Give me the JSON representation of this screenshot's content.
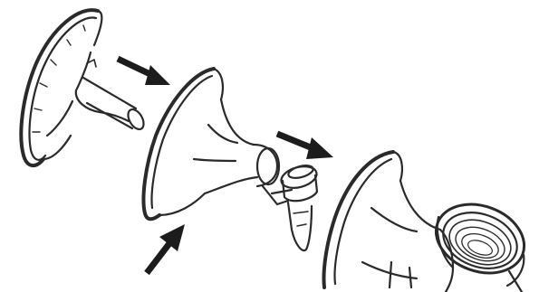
{
  "diagram": {
    "parts": [
      {
        "name": "insert"
      },
      {
        "name": "breast-shield"
      },
      {
        "name": "assembled-pump-body"
      }
    ],
    "arrows": [
      {
        "direction": "insert-to-shield"
      },
      {
        "direction": "shield-to-pump"
      },
      {
        "direction": "up-into-shield"
      }
    ],
    "colors": {
      "line": "#2a2a2a",
      "arrow": "#1c1c1c",
      "background": "#ffffff",
      "shade": "#d9d9d9"
    }
  }
}
